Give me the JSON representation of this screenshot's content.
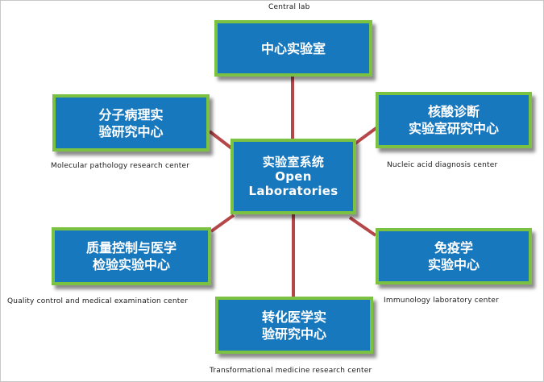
{
  "hub": {
    "lines": [
      "实验室系统",
      "Open",
      "Laboratories"
    ]
  },
  "nodes": {
    "central": {
      "lines": [
        "中心实验室"
      ],
      "caption": "Central lab"
    },
    "molecular": {
      "lines": [
        "分子病理实",
        "验研究中心"
      ],
      "caption": "Molecular pathology research center"
    },
    "nucleic": {
      "lines": [
        "核酸诊断",
        "实验室研究中心"
      ],
      "caption": "Nucleic acid diagnosis center"
    },
    "quality": {
      "lines": [
        "质量控制与医学",
        "检验实验中心"
      ],
      "caption": "Quality control and medical examination center"
    },
    "immunology": {
      "lines": [
        "免疫学",
        "实验中心"
      ],
      "caption": "Immunology laboratory center"
    },
    "transformational": {
      "lines": [
        "转化医学实",
        "验研究中心"
      ],
      "caption": "Transformational medicine research center"
    }
  },
  "colors": {
    "box_fill": "#1878be",
    "box_border": "#7cc242",
    "connector": "#b5474a"
  }
}
